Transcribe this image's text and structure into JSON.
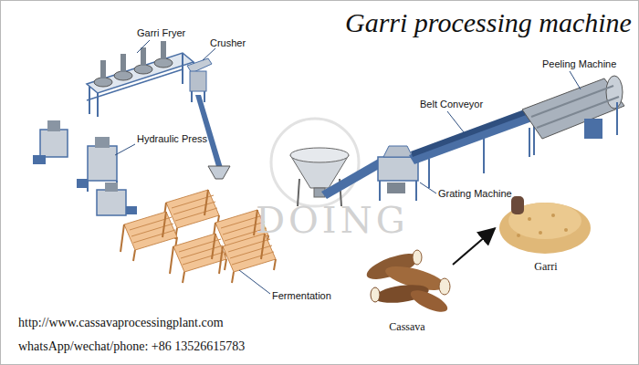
{
  "diagram": {
    "title": "Garri processing machine",
    "nodes": [
      {
        "text": [
          "Cassava"
        ]
      },
      {
        "text": [
          "Garri"
        ]
      }
    ],
    "edges": [
      {
        "from": 0,
        "to": 1,
        "arrow": "to"
      }
    ],
    "labels": [
      "Garri Fryer",
      "Crusher",
      "Hydraulic Press",
      "Fermentation",
      "Peeling Machine",
      "Belt Conveyor",
      "Grating Machine",
      "DOING",
      "http://www.cassavaprocessingplant.com",
      "whatsApp/wechat/phone: +86 13526615783"
    ]
  }
}
